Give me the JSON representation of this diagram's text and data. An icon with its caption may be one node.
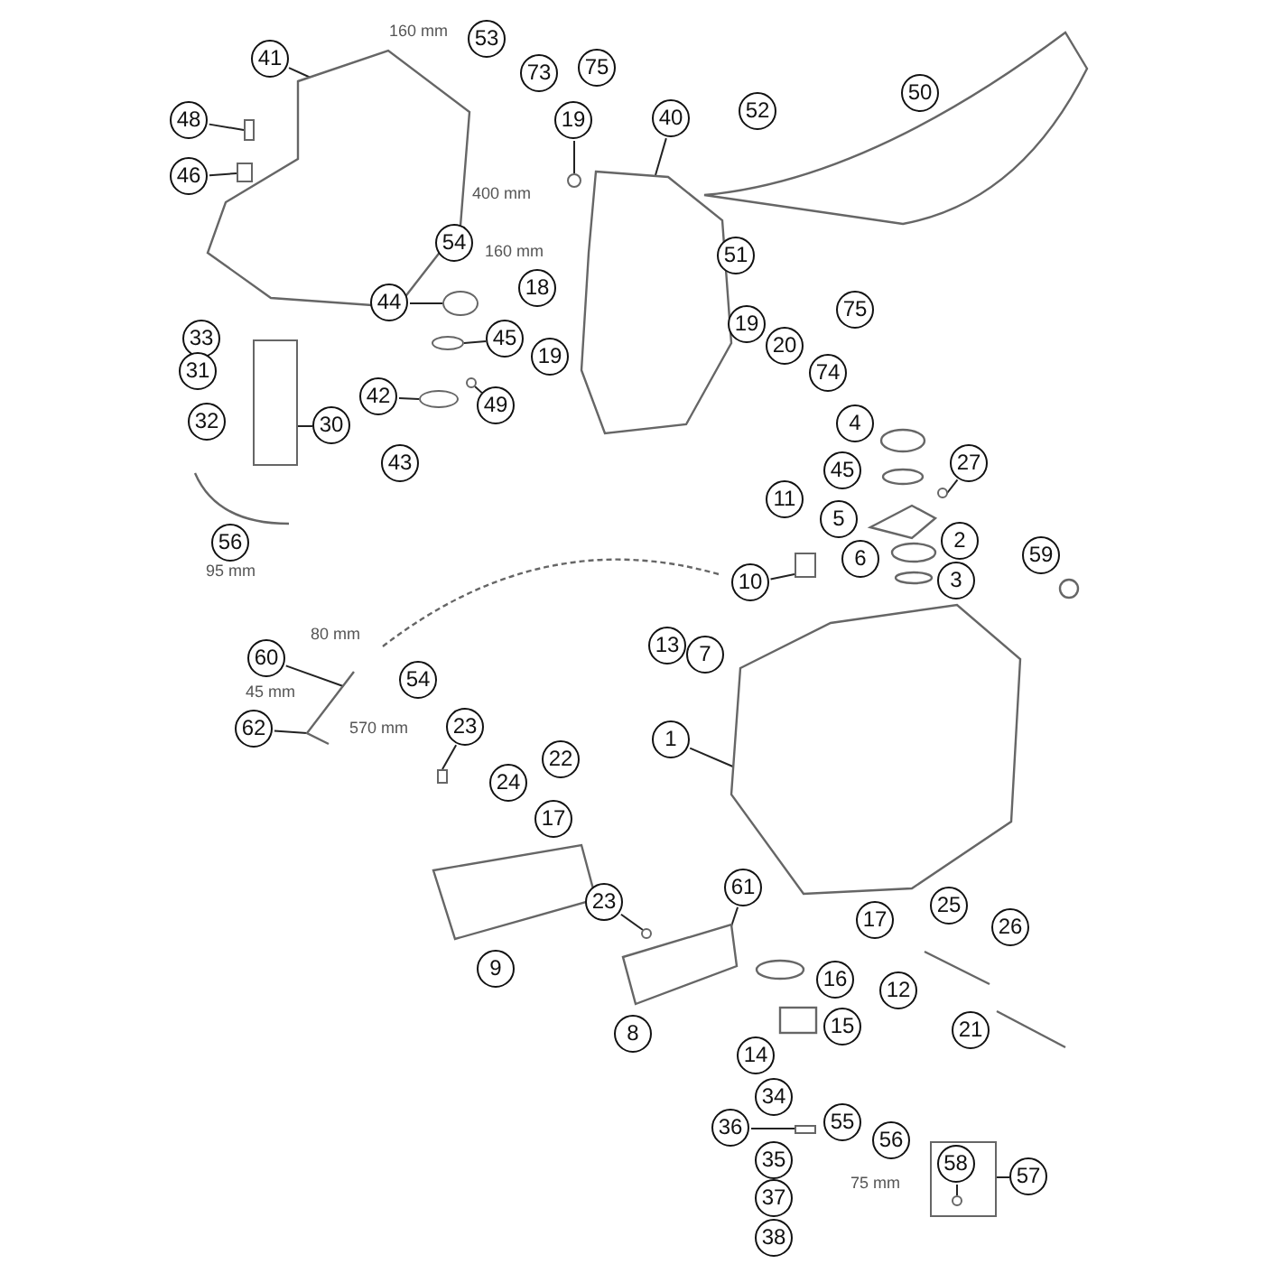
{
  "diagram": {
    "nodes": [
      {
        "text": [
          "41"
        ]
      },
      {
        "text": [
          "53"
        ]
      },
      {
        "text": [
          "73"
        ]
      },
      {
        "text": [
          "75"
        ]
      },
      {
        "text": [
          "19"
        ]
      },
      {
        "text": [
          "52"
        ]
      },
      {
        "text": [
          "50"
        ]
      },
      {
        "text": [
          "48"
        ]
      },
      {
        "text": [
          "40"
        ]
      },
      {
        "text": [
          "46"
        ]
      },
      {
        "text": [
          "54"
        ]
      },
      {
        "text": [
          "51"
        ]
      },
      {
        "text": [
          "44"
        ]
      },
      {
        "text": [
          "18"
        ]
      },
      {
        "text": [
          "33"
        ]
      },
      {
        "text": [
          "45"
        ]
      },
      {
        "text": [
          "19"
        ]
      },
      {
        "text": [
          "19"
        ]
      },
      {
        "text": [
          "75"
        ]
      },
      {
        "text": [
          "20"
        ]
      },
      {
        "text": [
          "31"
        ]
      },
      {
        "text": [
          "74"
        ]
      },
      {
        "text": [
          "42"
        ]
      },
      {
        "text": [
          "49"
        ]
      },
      {
        "text": [
          "30"
        ]
      },
      {
        "text": [
          "32"
        ]
      },
      {
        "text": [
          "43"
        ]
      },
      {
        "text": [
          "4"
        ]
      },
      {
        "text": [
          "27"
        ]
      },
      {
        "text": [
          "45"
        ]
      },
      {
        "text": [
          "11"
        ]
      },
      {
        "text": [
          "5"
        ]
      },
      {
        "text": [
          "2"
        ]
      },
      {
        "text": [
          "6"
        ]
      },
      {
        "text": [
          "56"
        ]
      },
      {
        "text": [
          "59"
        ]
      },
      {
        "text": [
          "3"
        ]
      },
      {
        "text": [
          "10"
        ]
      },
      {
        "text": [
          "13"
        ]
      },
      {
        "text": [
          "7"
        ]
      },
      {
        "text": [
          "60"
        ]
      },
      {
        "text": [
          "54"
        ]
      },
      {
        "text": [
          "62"
        ]
      },
      {
        "text": [
          "23"
        ]
      },
      {
        "text": [
          "1"
        ]
      },
      {
        "text": [
          "22"
        ]
      },
      {
        "text": [
          "24"
        ]
      },
      {
        "text": [
          "17"
        ]
      },
      {
        "text": [
          "25"
        ]
      },
      {
        "text": [
          "61"
        ]
      },
      {
        "text": [
          "23"
        ]
      },
      {
        "text": [
          "17"
        ]
      },
      {
        "text": [
          "26"
        ]
      },
      {
        "text": [
          "9"
        ]
      },
      {
        "text": [
          "16"
        ]
      },
      {
        "text": [
          "12"
        ]
      },
      {
        "text": [
          "8"
        ]
      },
      {
        "text": [
          "15"
        ]
      },
      {
        "text": [
          "21"
        ]
      },
      {
        "text": [
          "14"
        ]
      },
      {
        "text": [
          "34"
        ]
      },
      {
        "text": [
          "36"
        ]
      },
      {
        "text": [
          "55"
        ]
      },
      {
        "text": [
          "56"
        ]
      },
      {
        "text": [
          "35"
        ]
      },
      {
        "text": [
          "58"
        ],
        "in": 88
      },
      {
        "text": [
          "57"
        ]
      },
      {
        "text": [
          "37"
        ]
      },
      {
        "text": [
          "38"
        ]
      },
      {
        "text": [],
        "shape": "picture"
      },
      {
        "text": [],
        "shape": "box"
      },
      {
        "text": [],
        "shape": "box"
      },
      {
        "text": [],
        "shape": "circle"
      },
      {
        "text": [],
        "shape": "picture"
      },
      {
        "text": [],
        "shape": "circle"
      },
      {
        "text": [],
        "shape": "circle"
      },
      {
        "text": [],
        "shape": "circle"
      },
      {
        "text": [],
        "shape": "circle"
      },
      {
        "text": [],
        "shape": "box"
      },
      {
        "text": [],
        "shape": "circle"
      },
      {
        "text": [],
        "shape": "box"
      },
      {
        "text": [],
        "shape": "picture"
      },
      {
        "text": [],
        "shape": "picture"
      },
      {
        "text": [],
        "shape": "box"
      },
      {
        "text": [],
        "shape": "picture"
      },
      {
        "text": [],
        "shape": "circle"
      },
      {
        "text": [],
        "shape": "box"
      },
      {
        "text": [],
        "shape": "circle",
        "in": 88
      },
      {
        "text": [],
        "shape": "box"
      }
    ],
    "edges": [
      {
        "from": 0,
        "to": 69,
        "arrow": "none"
      },
      {
        "from": 7,
        "to": 70,
        "arrow": "none"
      },
      {
        "from": 9,
        "to": 71,
        "arrow": "none"
      },
      {
        "from": 4,
        "to": 72,
        "arrow": "none"
      },
      {
        "from": 8,
        "to": 73,
        "arrow": "none"
      },
      {
        "from": 12,
        "to": 74,
        "arrow": "none"
      },
      {
        "from": 15,
        "to": 75,
        "arrow": "none"
      },
      {
        "from": 22,
        "to": 76,
        "arrow": "none"
      },
      {
        "from": 23,
        "to": 77,
        "arrow": "none"
      },
      {
        "from": 24,
        "to": 78,
        "arrow": "none"
      },
      {
        "from": 28,
        "to": 79,
        "arrow": "none"
      },
      {
        "from": 37,
        "to": 80,
        "arrow": "none"
      },
      {
        "from": 44,
        "to": 81,
        "arrow": "none"
      },
      {
        "from": 40,
        "to": 82,
        "arrow": "none"
      },
      {
        "from": 42,
        "to": 82,
        "arrow": "none"
      },
      {
        "from": 43,
        "to": 83,
        "arrow": "none"
      },
      {
        "from": 49,
        "to": 84,
        "arrow": "none"
      },
      {
        "from": 50,
        "to": 85,
        "arrow": "none"
      },
      {
        "from": 61,
        "to": 86,
        "arrow": "none"
      },
      {
        "from": 65,
        "to": 87,
        "arrow": "none"
      },
      {
        "from": 66,
        "to": 88,
        "arrow": "none"
      }
    ],
    "labels": [
      "160 mm",
      "400 mm",
      "160 mm",
      "95 mm",
      "80 mm",
      "45 mm",
      "570 mm",
      "75 mm"
    ]
  }
}
